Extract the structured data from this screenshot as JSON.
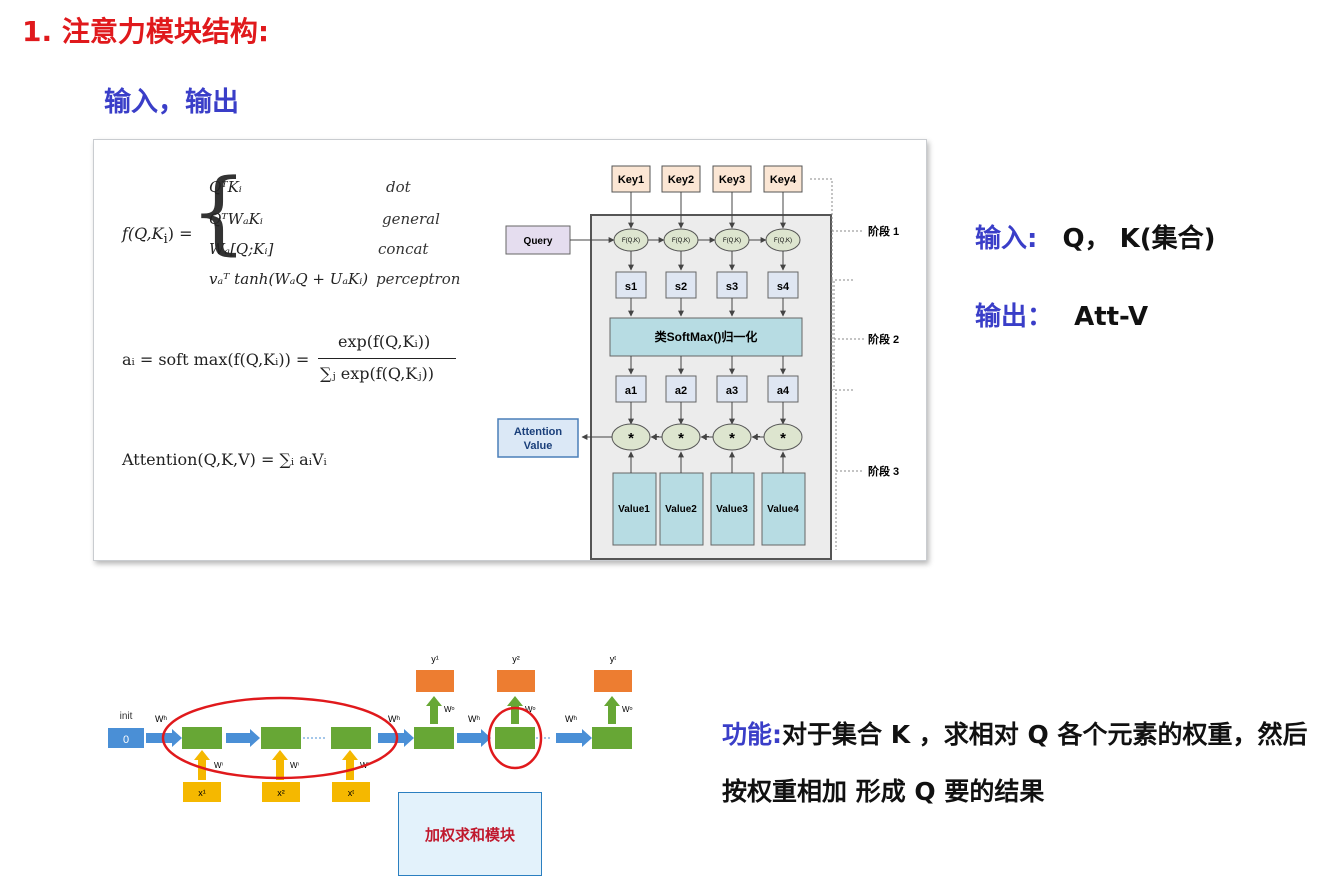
{
  "slide": {
    "title": "1. 注意力模块结构:",
    "subtitle": "输入，输出"
  },
  "formulas": {
    "score_lhs": "f(Q,K",
    "score_sub": "i",
    "score_tail": ") =",
    "cases": [
      {
        "expr": "QᵀKᵢ",
        "label": "dot"
      },
      {
        "expr": "QᵀWₐKᵢ",
        "label": "general"
      },
      {
        "expr": "Wₐ[Q;Kᵢ]",
        "label": "concat"
      },
      {
        "expr": "vₐᵀ tanh(WₐQ + UₐKᵢ)",
        "label": "perceptron"
      }
    ],
    "softmax_lhs": "aᵢ = soft max(f(Q,Kᵢ)) =",
    "softmax_num": "exp(f(Q,Kᵢ))",
    "softmax_den": "∑ⱼ exp(f(Q,Kⱼ))",
    "attention": "Attention(Q,K,V) = ∑ᵢ aᵢVᵢ"
  },
  "attention_diagram": {
    "keys": [
      "Key1",
      "Key2",
      "Key3",
      "Key4"
    ],
    "query": "Query",
    "f_nodes": [
      "F(Q,K)",
      "F(Q,K)",
      "F(Q,K)",
      "F(Q,K)"
    ],
    "scores": [
      "s1",
      "s2",
      "s3",
      "s4"
    ],
    "softmax": "类SoftMax()归一化",
    "weights": [
      "a1",
      "a2",
      "a3",
      "a4"
    ],
    "mult": [
      "*",
      "*",
      "*",
      "*"
    ],
    "plus": "+",
    "values": [
      "Value1",
      "Value2",
      "Value3",
      "Value4"
    ],
    "output_line1": "Attention",
    "output_line2": "Value",
    "stages": [
      "阶段 1",
      "阶段 2",
      "阶段 3"
    ]
  },
  "io": {
    "input_label": "输入:",
    "input_value": "Q， K(集合)",
    "output_label": "输出：",
    "output_value": "Att-V"
  },
  "rnn_diagram": {
    "init_label": "init",
    "init_value": "0",
    "wh": "Wʰ",
    "wi": "Wⁱ",
    "wo": "Wᵒ",
    "inputs": [
      "x¹",
      "x²",
      "xᵗ"
    ],
    "outputs": [
      "y¹",
      "y²",
      "yᵗ"
    ],
    "module_label": "加权求和模块"
  },
  "function": {
    "label": "功能:",
    "text": "对于集合 K ，求相对 Q 各个元素的权重，然后按权重相加 形成 Q 要的结果"
  },
  "colors": {
    "title_red": "#e0191c",
    "label_blue": "#3a3ec8",
    "key_fill": "#fbe6d4",
    "query_fill": "#e5ddef",
    "score_fill": "#dfe6f2",
    "value_fill": "#b7dce3",
    "node_fill": "#dde5cf",
    "output_fill": "#dbe8f6",
    "rnn_green": "#67a735",
    "rnn_orange": "#ed7d31",
    "rnn_yellow": "#f5b800",
    "rnn_blue": "#4a8fd6"
  }
}
